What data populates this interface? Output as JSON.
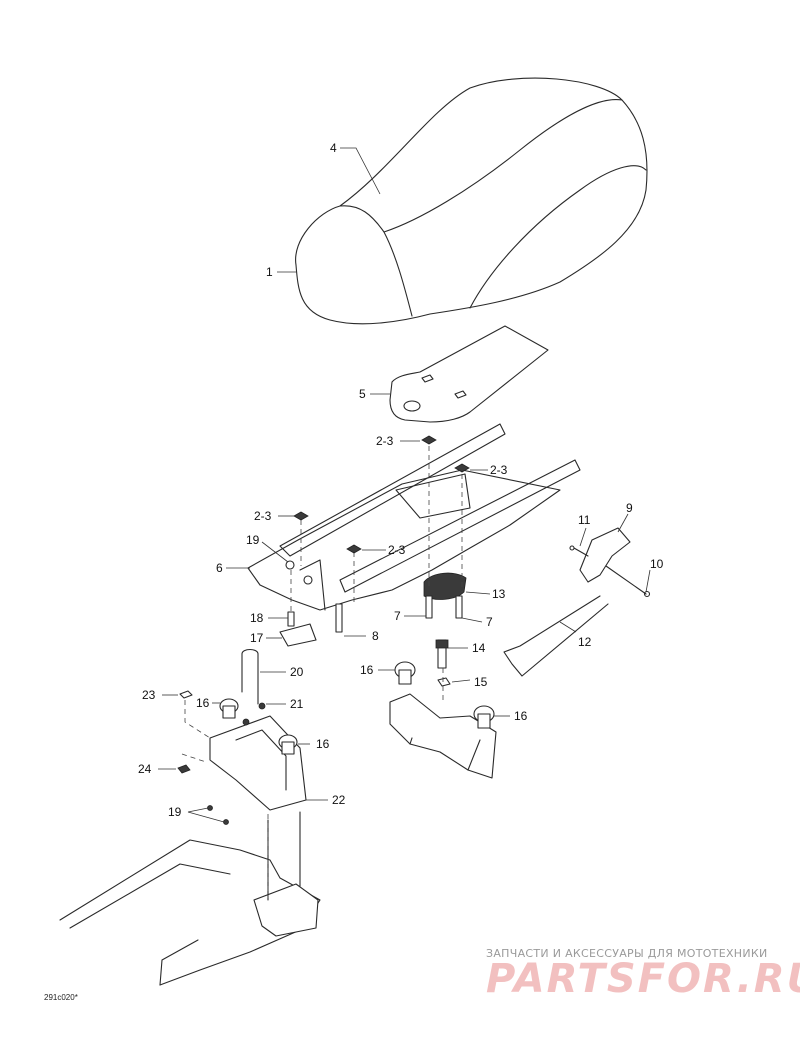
{
  "diagram": {
    "callouts": [
      {
        "id": "c4",
        "label": "4"
      },
      {
        "id": "c1",
        "label": "1"
      },
      {
        "id": "c5",
        "label": "5"
      },
      {
        "id": "c23a",
        "label": "2-3"
      },
      {
        "id": "c23b",
        "label": "2-3"
      },
      {
        "id": "c23c",
        "label": "2-3"
      },
      {
        "id": "c23d",
        "label": "2-3"
      },
      {
        "id": "c19a",
        "label": "19"
      },
      {
        "id": "c6",
        "label": "6"
      },
      {
        "id": "c18",
        "label": "18"
      },
      {
        "id": "c17",
        "label": "17"
      },
      {
        "id": "c8",
        "label": "8"
      },
      {
        "id": "c7a",
        "label": "7"
      },
      {
        "id": "c7b",
        "label": "7"
      },
      {
        "id": "c13",
        "label": "13"
      },
      {
        "id": "c11",
        "label": "11"
      },
      {
        "id": "c9",
        "label": "9"
      },
      {
        "id": "c10",
        "label": "10"
      },
      {
        "id": "c12",
        "label": "12"
      },
      {
        "id": "c14",
        "label": "14"
      },
      {
        "id": "c15",
        "label": "15"
      },
      {
        "id": "c16a",
        "label": "16"
      },
      {
        "id": "c16b",
        "label": "16"
      },
      {
        "id": "c16c",
        "label": "16"
      },
      {
        "id": "c16d",
        "label": "16"
      },
      {
        "id": "c20",
        "label": "20"
      },
      {
        "id": "c21",
        "label": "21"
      },
      {
        "id": "c23",
        "label": "23"
      },
      {
        "id": "c24",
        "label": "24"
      },
      {
        "id": "c22",
        "label": "22"
      },
      {
        "id": "c19b",
        "label": "19"
      }
    ],
    "drawing_code": "291c020*"
  },
  "watermark": {
    "tagline": "ЗАПЧАСТИ И АКСЕССУАРЫ ДЛЯ МОТОТЕХНИКИ",
    "brand": "PARTSFOR.RU",
    "brand_color": "#f2c0c0"
  }
}
